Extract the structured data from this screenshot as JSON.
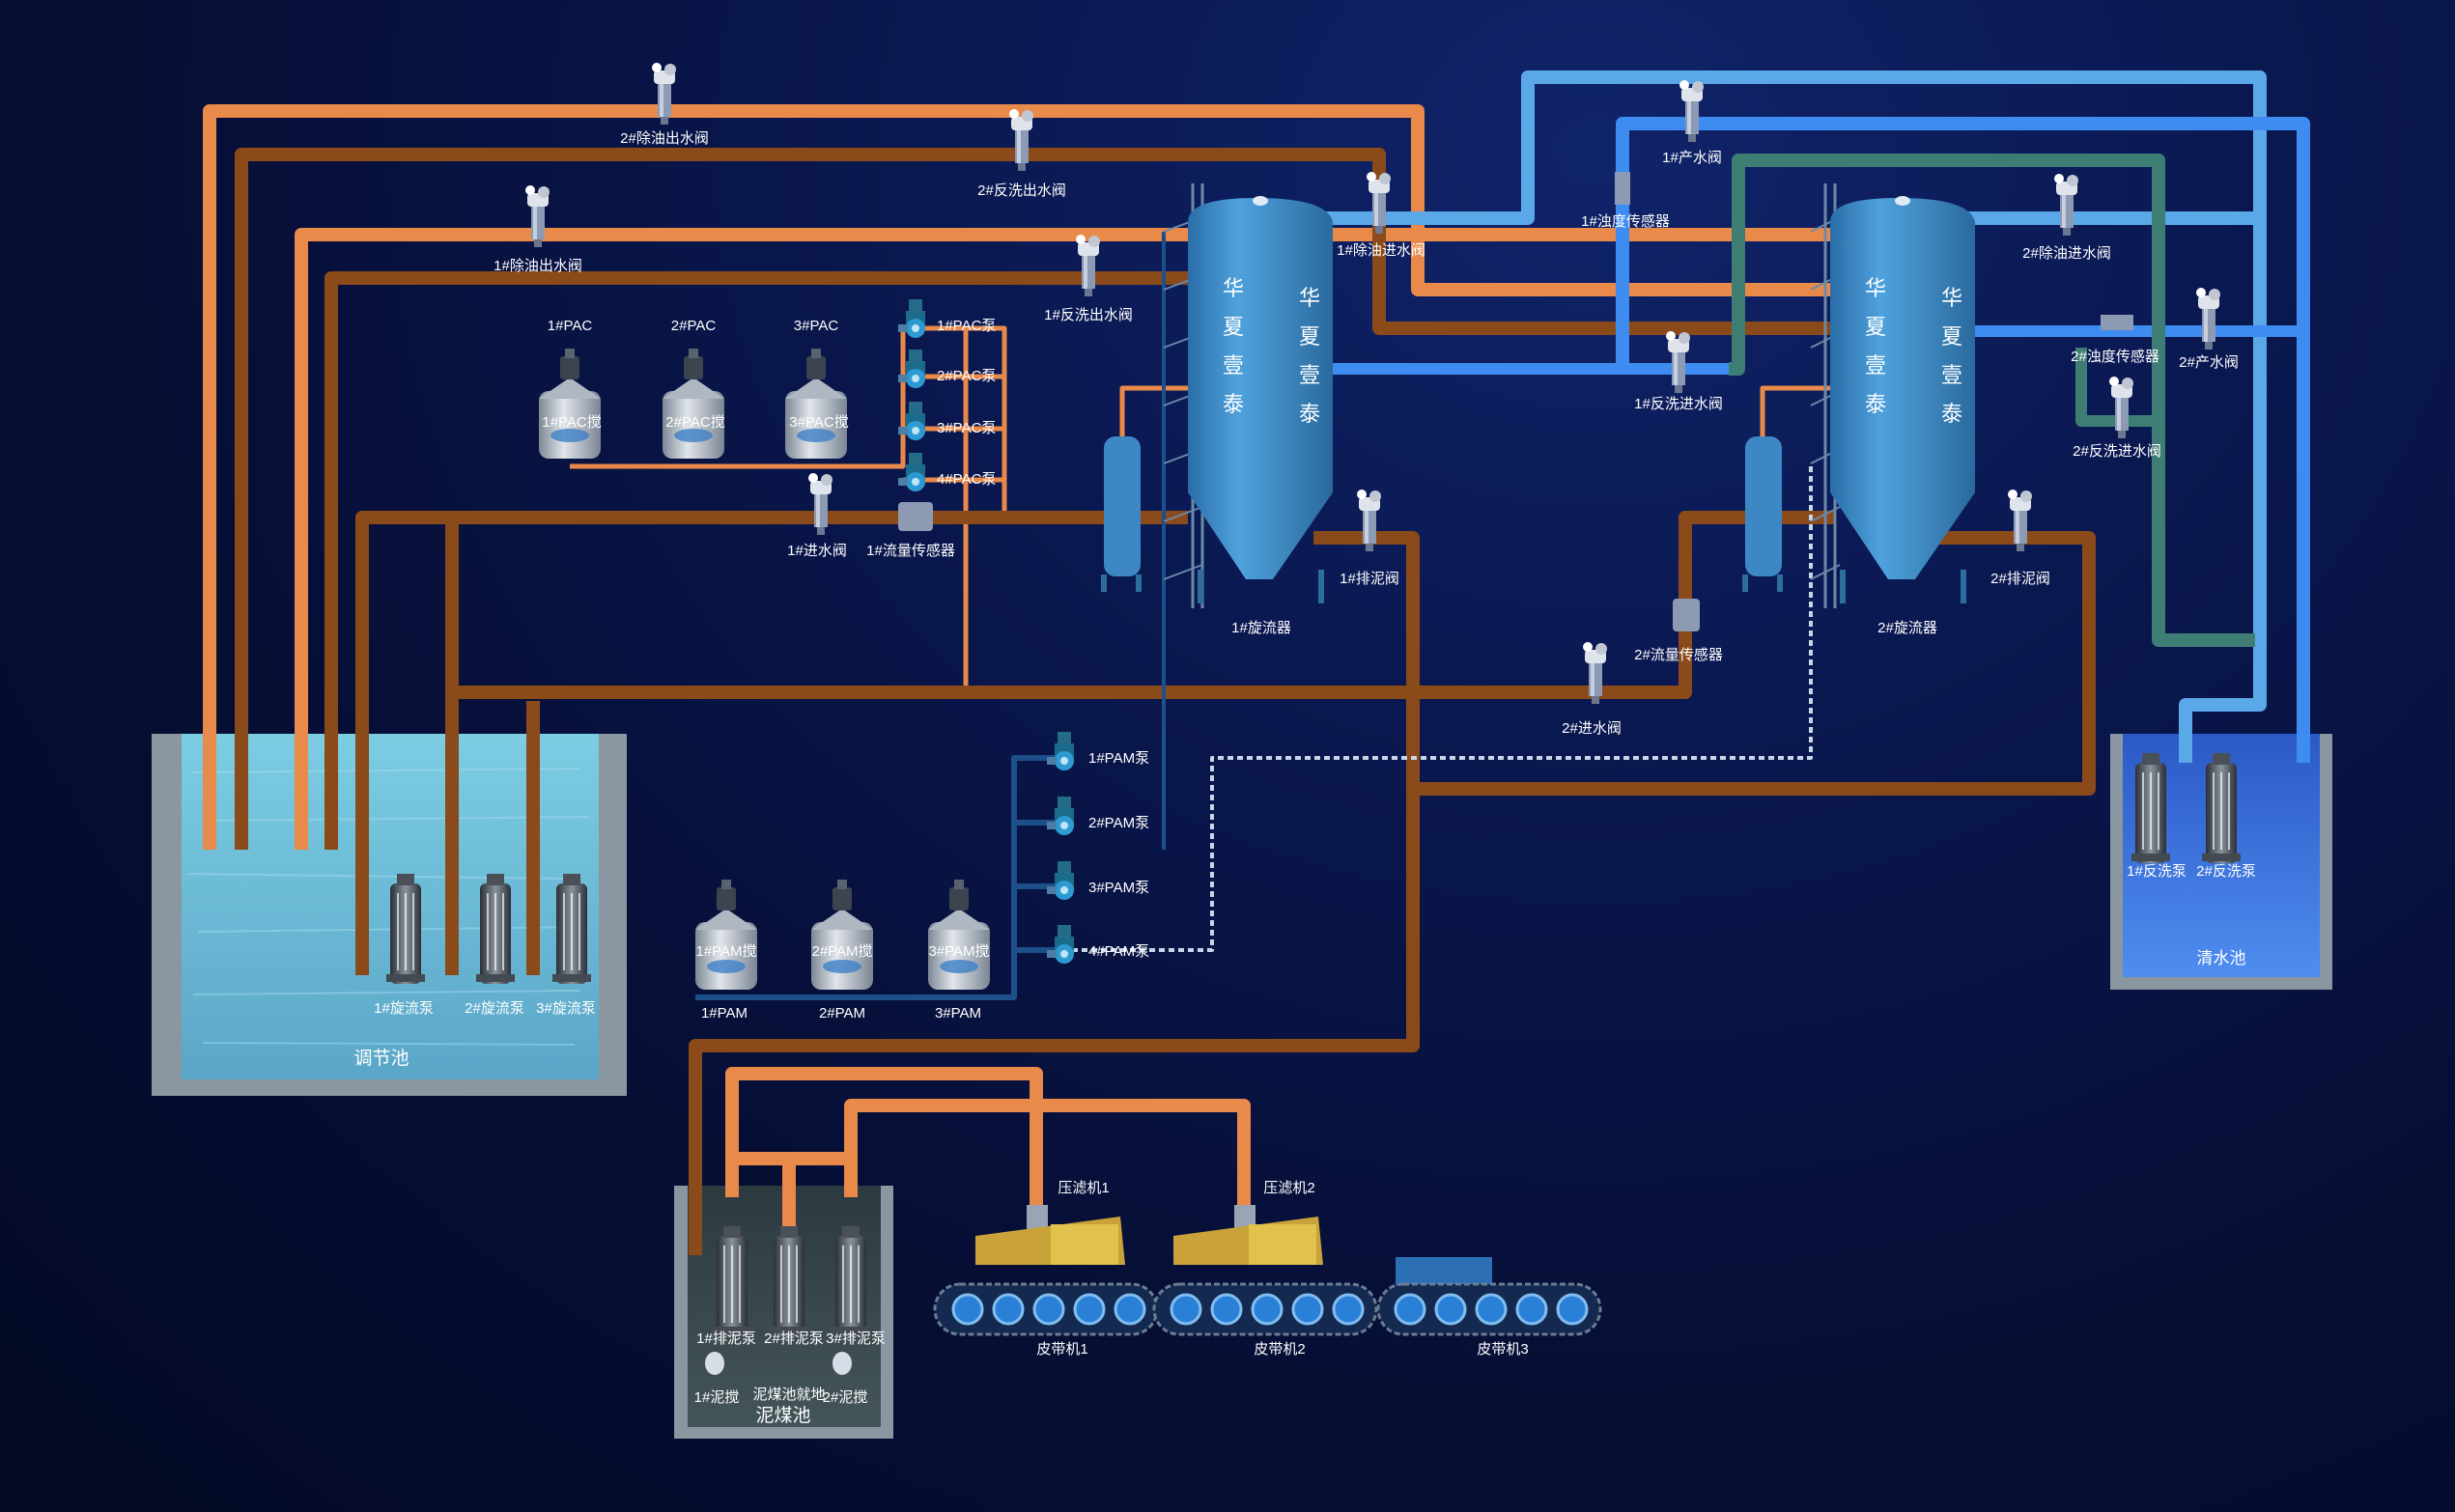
{
  "colors": {
    "pipe_orange": "#e9894a",
    "pipe_brown": "#8a4a1a",
    "pipe_blue": "#3f8cf0",
    "pipe_lightblue": "#5aa8e8",
    "pipe_green": "#3e7d73",
    "tower": "#3d8dc9",
    "water_tank": "#6fc3dc",
    "clean_tank": "#3a6fd8"
  },
  "tanks": {
    "regulating": "调节池",
    "clean": "清水池",
    "sludge": "泥煤池"
  },
  "towers": {
    "t1_label": "1#旋流器",
    "t2_label": "2#旋流器",
    "brand_chars": [
      "华",
      "夏",
      "壹",
      "泰"
    ]
  },
  "valves": {
    "oil_out_2": "2#除油出水阀",
    "backwash_out_2": "2#反洗出水阀",
    "oil_out_1": "1#除油出水阀",
    "backwash_out_1": "1#反洗出水阀",
    "oil_in_1": "1#除油进水阀",
    "prod_1": "1#产水阀",
    "turb_sensor_1": "1#浊度传感器",
    "oil_in_2": "2#除油进水阀",
    "turb_sensor_2": "2#浊度传感器",
    "prod_2": "2#产水阀",
    "backwash_in_1": "1#反洗进水阀",
    "backwash_in_2": "2#反洗进水阀",
    "inlet_1": "1#进水阀",
    "flow_sensor_1": "1#流量传感器",
    "mud_1": "1#排泥阀",
    "mud_2": "2#排泥阀",
    "flow_sensor_2": "2#流量传感器",
    "inlet_2": "2#进水阀"
  },
  "pac": {
    "tanks": [
      "1#PAC",
      "2#PAC",
      "3#PAC"
    ],
    "mixers": [
      "1#PAC搅",
      "2#PAC搅",
      "3#PAC搅"
    ],
    "pumps": [
      "1#PAC泵",
      "2#PAC泵",
      "3#PAC泵",
      "4#PAC泵"
    ]
  },
  "pam": {
    "tanks": [
      "1#PAM",
      "2#PAM",
      "3#PAM"
    ],
    "mixers": [
      "1#PAM搅",
      "2#PAM搅",
      "3#PAM搅"
    ],
    "pumps": [
      "1#PAM泵",
      "2#PAM泵",
      "3#PAM泵",
      "4#PAM泵"
    ]
  },
  "pumps": {
    "cyclone": [
      "1#旋流泵",
      "2#旋流泵",
      "3#旋流泵"
    ],
    "backwash": [
      "1#反洗泵",
      "2#反洗泵"
    ],
    "mud": [
      "1#排泥泵",
      "2#排泥泵",
      "3#排泥泵"
    ],
    "mixers": [
      "1#泥搅",
      "泥煤池就地",
      "2#泥搅"
    ]
  },
  "filters": {
    "press": [
      "压滤机1",
      "压滤机2"
    ],
    "belts": [
      "皮带机1",
      "皮带机2",
      "皮带机3"
    ]
  }
}
